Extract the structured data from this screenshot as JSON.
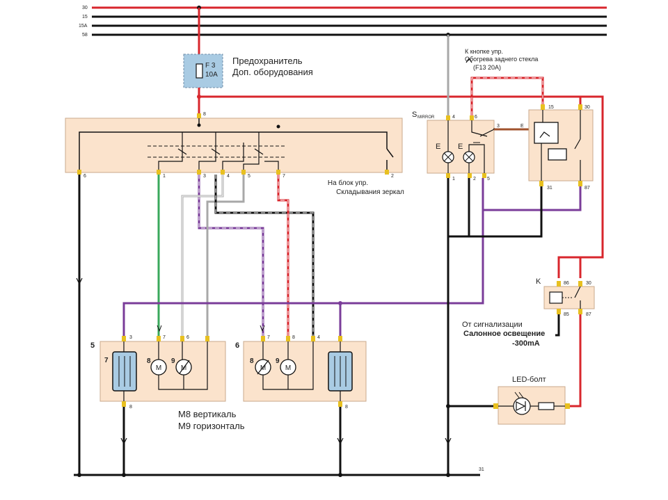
{
  "bus": {
    "labels": [
      "30",
      "15",
      "15A",
      "58"
    ],
    "ground": "31"
  },
  "fuse": {
    "id": "F 3",
    "rating": "10A",
    "line1": "Предохранитель",
    "line2": "Доп. оборудования",
    "pin": "8"
  },
  "switch_block": {
    "pins": [
      "6",
      "1",
      "3",
      "4",
      "5",
      "7",
      "2"
    ],
    "note_line1": "На блок упр.",
    "note_line2": "Складывания зеркал"
  },
  "mirror_switch": {
    "label_prefix": "S",
    "label_sub": "MIRROR",
    "lamp": "E",
    "pins_top": [
      "4",
      "6"
    ],
    "pins_bottom": [
      "1",
      "2",
      "5"
    ],
    "pin_out": "3"
  },
  "heater_relay": {
    "pins": [
      "15",
      "30",
      "E",
      "31",
      "87"
    ]
  },
  "rear_defroster": {
    "line1": "К кнопке упр.",
    "line2": "Обогрева заднего стекла",
    "line3": "(F13 20A)"
  },
  "relay_k": {
    "label": "K",
    "pins": [
      "86",
      "30",
      "85",
      "87"
    ]
  },
  "alarm_note": {
    "line1": "От сигнализации",
    "line2": "Салонное освещение",
    "line3": "-300mA"
  },
  "led_bolt": {
    "label": "LED-болт"
  },
  "mirror_left": {
    "number": "5",
    "pins": [
      "3",
      "7",
      "6",
      "8"
    ],
    "heater": "7",
    "m_labels": [
      "8",
      "9"
    ],
    "motor": "M"
  },
  "mirror_right": {
    "number": "6",
    "pins": [
      "7",
      "8",
      "4",
      "8"
    ],
    "m_labels": [
      "8",
      "9"
    ],
    "motor": "M"
  },
  "motor_legend": {
    "line1": "M8 вертикаль",
    "line2": "M9 горизонталь"
  },
  "colors": {
    "red": "#d8262c",
    "green": "#3aa85c",
    "purple": "#7a3c99",
    "grey": "#a8a8a8",
    "black": "#111111",
    "box_fill": "#fbe3cc",
    "fuse_fill": "#a9cbe3",
    "pin_fill": "#e8c020"
  }
}
